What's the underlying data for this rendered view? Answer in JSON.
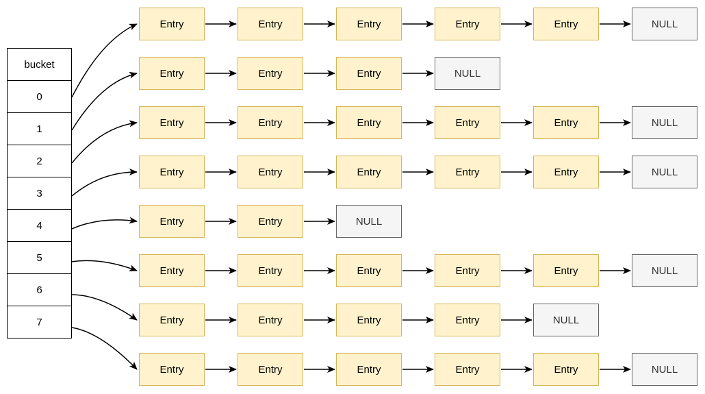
{
  "bucket_table": {
    "header": "bucket",
    "buckets": [
      "0",
      "1",
      "2",
      "3",
      "4",
      "5",
      "6",
      "7"
    ]
  },
  "node_labels": {
    "entry": "Entry",
    "terminator": "NULL"
  },
  "chains": [
    {
      "bucket": "0",
      "entry_count": 5
    },
    {
      "bucket": "1",
      "entry_count": 3
    },
    {
      "bucket": "2",
      "entry_count": 5
    },
    {
      "bucket": "3",
      "entry_count": 5
    },
    {
      "bucket": "4",
      "entry_count": 2
    },
    {
      "bucket": "5",
      "entry_count": 5
    },
    {
      "bucket": "6",
      "entry_count": 4
    },
    {
      "bucket": "7",
      "entry_count": 5
    }
  ],
  "colors": {
    "background": "#FFFFFF",
    "entry_fill": "#FFF2CC",
    "entry_border": "#D6B656",
    "entry_text": "#000000",
    "null_fill": "#F5F5F5",
    "null_border": "#666666",
    "null_text": "#333333",
    "arrow": "#000000",
    "table_border": "#000000"
  }
}
